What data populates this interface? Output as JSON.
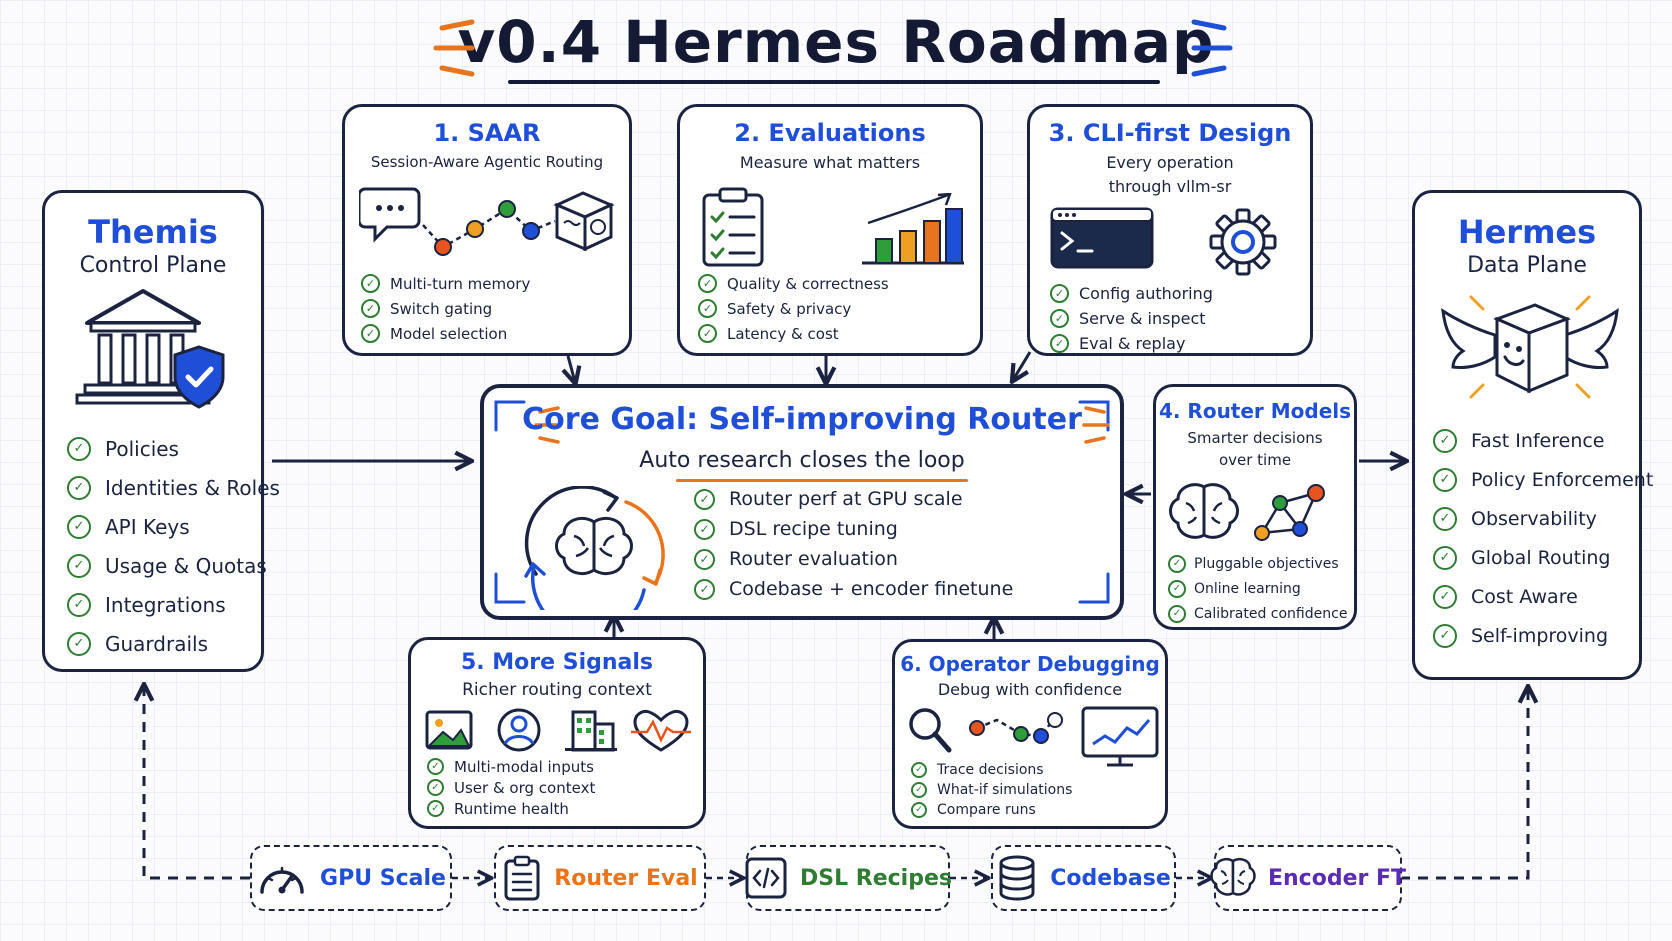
{
  "header": {
    "title": "v0.4 Hermes Roadmap"
  },
  "themis": {
    "name": "Themis",
    "subtitle": "Control Plane",
    "items": [
      "Policies",
      "Identities & Roles",
      "API Keys",
      "Usage & Quotas",
      "Integrations",
      "Guardrails"
    ]
  },
  "hermes": {
    "name": "Hermes",
    "subtitle": "Data Plane",
    "items": [
      "Fast Inference",
      "Policy Enforcement",
      "Observability",
      "Global Routing",
      "Cost Aware",
      "Self-improving"
    ]
  },
  "saar": {
    "title": "1. SAAR",
    "subtitle": "Session-Aware Agentic Routing",
    "items": [
      "Multi-turn memory",
      "Switch gating",
      "Model selection"
    ]
  },
  "evaluations": {
    "title": "2. Evaluations",
    "subtitle": "Measure what matters",
    "items": [
      "Quality & correctness",
      "Safety & privacy",
      "Latency & cost"
    ]
  },
  "cli": {
    "title": "3. CLI-first Design",
    "subtitle_1": "Every operation",
    "subtitle_2": "through vllm-sr",
    "items": [
      "Config authoring",
      "Serve & inspect",
      "Eval & replay"
    ]
  },
  "core": {
    "title": "Core Goal: Self-improving Router",
    "subtitle": "Auto research closes the loop",
    "items": [
      "Router perf at GPU scale",
      "DSL recipe tuning",
      "Router evaluation",
      "Codebase + encoder finetune"
    ]
  },
  "router_models": {
    "title": "4. Router Models",
    "subtitle_1": "Smarter decisions",
    "subtitle_2": "over time",
    "items": [
      "Pluggable objectives",
      "Online learning",
      "Calibrated confidence"
    ]
  },
  "signals": {
    "title": "5. More Signals",
    "subtitle": "Richer routing context",
    "items": [
      "Multi-modal inputs",
      "User & org context",
      "Runtime health"
    ]
  },
  "debugging": {
    "title": "6. Operator Debugging",
    "subtitle": "Debug with confidence",
    "items": [
      "Trace decisions",
      "What-if simulations",
      "Compare runs"
    ]
  },
  "pipeline": [
    {
      "label": "GPU Scale",
      "color": "#1f4fd6",
      "icon": "gauge-icon"
    },
    {
      "label": "Router Eval",
      "color": "#e8741e",
      "icon": "clipboard-icon"
    },
    {
      "label": "DSL Recipes",
      "color": "#2e7d32",
      "icon": "code-icon"
    },
    {
      "label": "Codebase",
      "color": "#1f4fd6",
      "icon": "database-icon"
    },
    {
      "label": "Encoder FT",
      "color": "#5b2bb5",
      "icon": "brain-icon"
    }
  ],
  "colors": {
    "ink": "#1b2340",
    "accent_blue": "#1f4fd6",
    "accent_orange": "#e8741e",
    "check_green": "#2e7d32"
  }
}
